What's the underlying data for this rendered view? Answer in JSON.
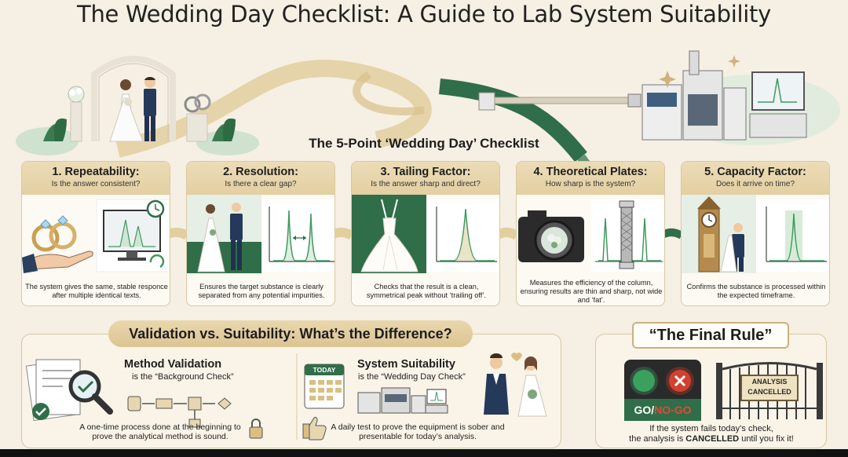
{
  "title": "The Wedding Day Checklist: A Guide to Lab System Suitability",
  "banner": "The 5-Point ‘Wedding Day’ Checklist",
  "cards": [
    {
      "title": "1. Repeatability:",
      "subtitle": "Is the answer consistent?",
      "description": "The system gives the same, stable responce after multiple identical texts."
    },
    {
      "title": "2. Resolution:",
      "subtitle": "Is there a clear gap?",
      "description": "Ensures the target substance is clearly separated from any potential impurities."
    },
    {
      "title": "3. Tailing Factor:",
      "subtitle": "Is the answer sharp and direct?",
      "description": "Checks that the result is a clean, symmetrical peak without ‘trailing off’."
    },
    {
      "title": "4. Theoretical Plates:",
      "subtitle": "How sharp is the system?",
      "description": "Measures the efficiency of the column, ensuring results are thin and sharp, not wide and ‘fat’."
    },
    {
      "title": "5. Capacity Factor:",
      "subtitle": "Does it arrive on time?",
      "description": "Confirms the substance is processed within the expected timeframe."
    }
  ],
  "comparison": {
    "heading": "Validation vs. Suitability: What’s the Difference?",
    "method": {
      "title": "Method Validation",
      "subtitle": "is the “Background Check”",
      "note": "A one-time process done at the beginning to prove the analytical method is sound."
    },
    "system": {
      "title": "System Suitability",
      "subtitle": "is the “Wedding Day Check”",
      "calendar_label": "TODAY",
      "note": "A daily test to prove the equipment is sober and presentable for today’s analysis."
    }
  },
  "final_rule": {
    "heading": "“The Final Rule”",
    "go": "GO",
    "no_go": "NO-GO",
    "slash": "/",
    "sign_line1": "ANALYSIS",
    "sign_line2": "CANCELLED",
    "note_line1": "If the system fails today’s check,",
    "note_line2_pre": "the analysis is ",
    "note_line2_strong": "CANCELLED",
    "note_line2_post": " until you fix it!"
  },
  "colors": {
    "background": "#f6efe3",
    "gold": "#d6b97a",
    "green": "#2f6e49",
    "peak_green": "#3f9a60",
    "red": "#c83a2c"
  },
  "icons": [
    "rings-icon",
    "monitor-chromatogram-icon",
    "clock-icon",
    "couple-icon",
    "dress-icon",
    "camera-icon",
    "column-icon",
    "clock-tower-icon",
    "document-magnifier-icon",
    "check-icon",
    "flowchart-icon",
    "lock-icon",
    "calendar-icon",
    "lab-equipment-icon",
    "thumbs-up-icon",
    "traffic-light-icon",
    "gate-icon"
  ]
}
